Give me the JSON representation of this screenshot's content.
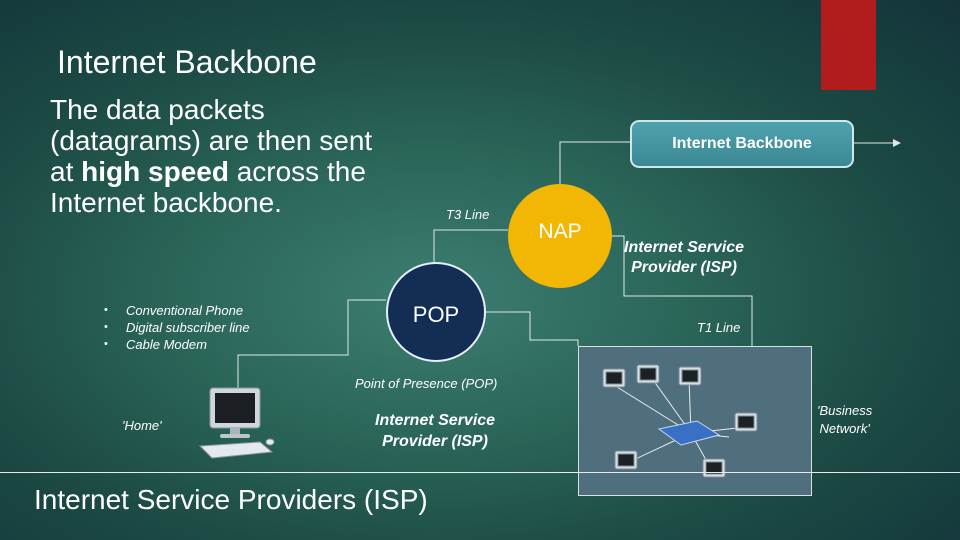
{
  "slide": {
    "title": "Internet Backbone",
    "intro": {
      "part1": "The data packets (datagrams) are then sent at ",
      "bold": "high speed",
      "part2": " across the Internet backbone."
    },
    "bullets": [
      "Conventional Phone",
      "Digital subscriber line",
      "Cable Modem"
    ],
    "footer": "Internet Service Providers (ISP)"
  },
  "diagram": {
    "backbone_box": "Internet Backbone",
    "nap": "NAP",
    "pop": "POP",
    "t3_line": "T3 Line",
    "t1_line": "T1 Line",
    "pop_caption": "Point of Presence (POP)",
    "isp_right": [
      "Internet Service",
      "Provider (ISP)"
    ],
    "isp_bottom": [
      "Internet Service",
      "Provider (ISP)"
    ],
    "home_label": "'Home'",
    "business_label": [
      "'Business",
      "Network'"
    ]
  },
  "colors": {
    "accent_bar": "#b11c1c",
    "nap_fill": "#f2b705",
    "pop_fill": "#132e55",
    "backbone_box_fill": "#4ea2ad"
  }
}
